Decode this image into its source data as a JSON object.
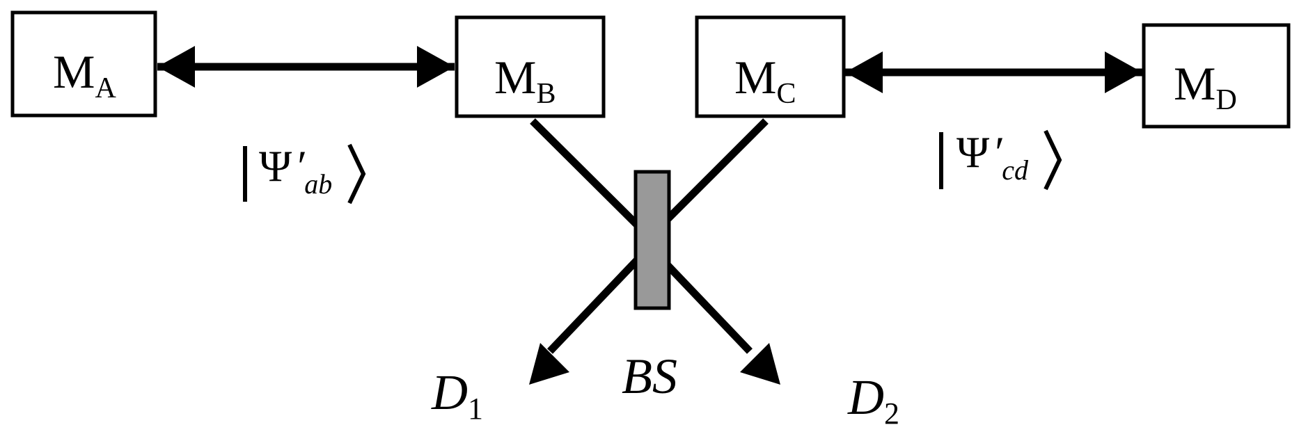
{
  "memories": [
    {
      "base": "M",
      "sub": "A"
    },
    {
      "base": "M",
      "sub": "B"
    },
    {
      "base": "M",
      "sub": "C"
    },
    {
      "base": "M",
      "sub": "D"
    }
  ],
  "states": [
    {
      "psi": "Ψ",
      "prime": "′",
      "sub": "ab"
    },
    {
      "psi": "Ψ",
      "prime": "′",
      "sub": "cd"
    }
  ],
  "beam_splitter": {
    "label": "BS"
  },
  "detectors": [
    {
      "base": "D",
      "sub": "1"
    },
    {
      "base": "D",
      "sub": "2"
    }
  ],
  "colors": {
    "stroke": "#000000",
    "beam_splitter_fill": "#999999",
    "background": "#ffffff"
  }
}
